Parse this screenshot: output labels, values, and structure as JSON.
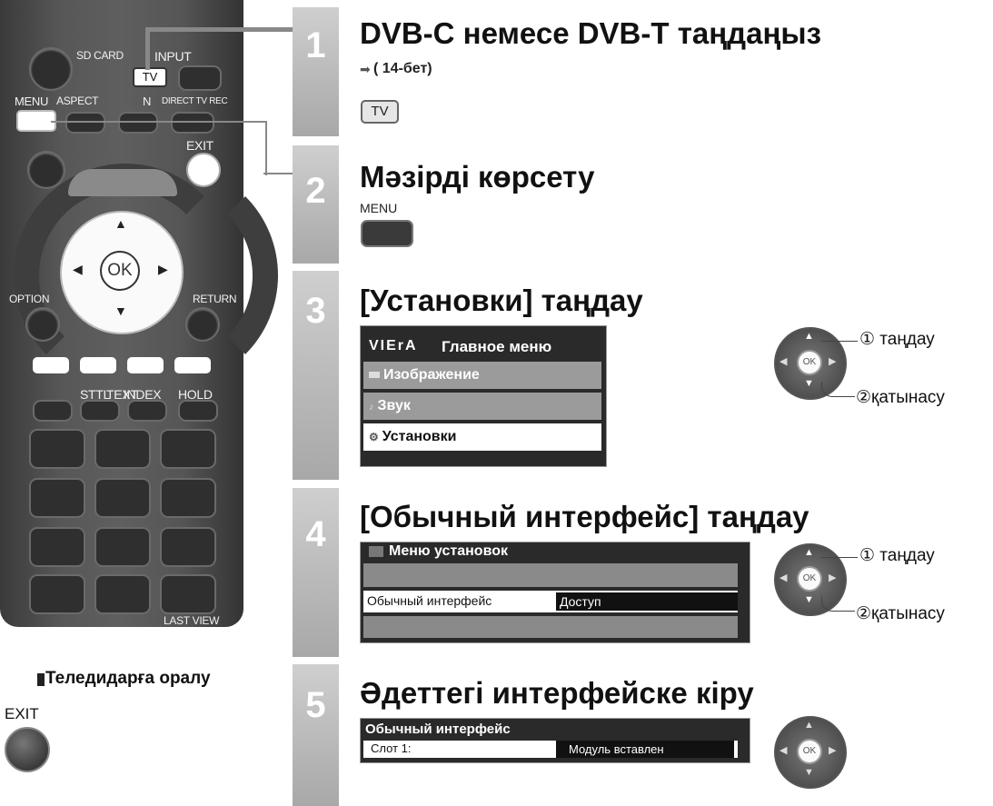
{
  "remote": {
    "sd_card": "SD CARD",
    "input": "INPUT",
    "tv": "TV",
    "menu": "MENU",
    "aspect": "ASPECT",
    "n": "N",
    "direct_tv_rec": "DIRECT TV REC",
    "exit": "EXIT",
    "option": "OPTION",
    "return": "RETURN",
    "ok": "OK",
    "sttl": "STTL",
    "text": "TEXT",
    "index": "INDEX",
    "hold": "HOLD",
    "last_view": "LAST VIEW"
  },
  "return_tv": {
    "title": "Теледидарға оралу",
    "exit_label": "EXIT"
  },
  "steps": [
    {
      "num": "1",
      "title": "DVB-C немесе DVB-T таңдаңыз",
      "subtitle": "( 14-бет)",
      "badge": "TV"
    },
    {
      "num": "2",
      "title": "Мәзірді көрсету",
      "key_label": "MENU"
    },
    {
      "num": "3",
      "title": "[Установки] таңдау"
    },
    {
      "num": "4",
      "title": "[Обычный интерфейс] таңдау"
    },
    {
      "num": "5",
      "title": "Әдеттегі интерфейске кіру"
    }
  ],
  "main_menu": {
    "logo": "VIErA",
    "title": "Главное меню",
    "items": [
      "Изображение",
      "Звук",
      "Установки"
    ]
  },
  "setup_menu": {
    "title": "Меню установок",
    "row_label": "Обычный интерфейс",
    "row_value": "Доступ"
  },
  "ci_menu": {
    "title": "Обычный интерфейс",
    "row_label": "Слот 1:",
    "row_value": "Модуль вставлен"
  },
  "nav": {
    "select": "① таңдау",
    "access": "②қатынасу",
    "ok": "OK"
  }
}
